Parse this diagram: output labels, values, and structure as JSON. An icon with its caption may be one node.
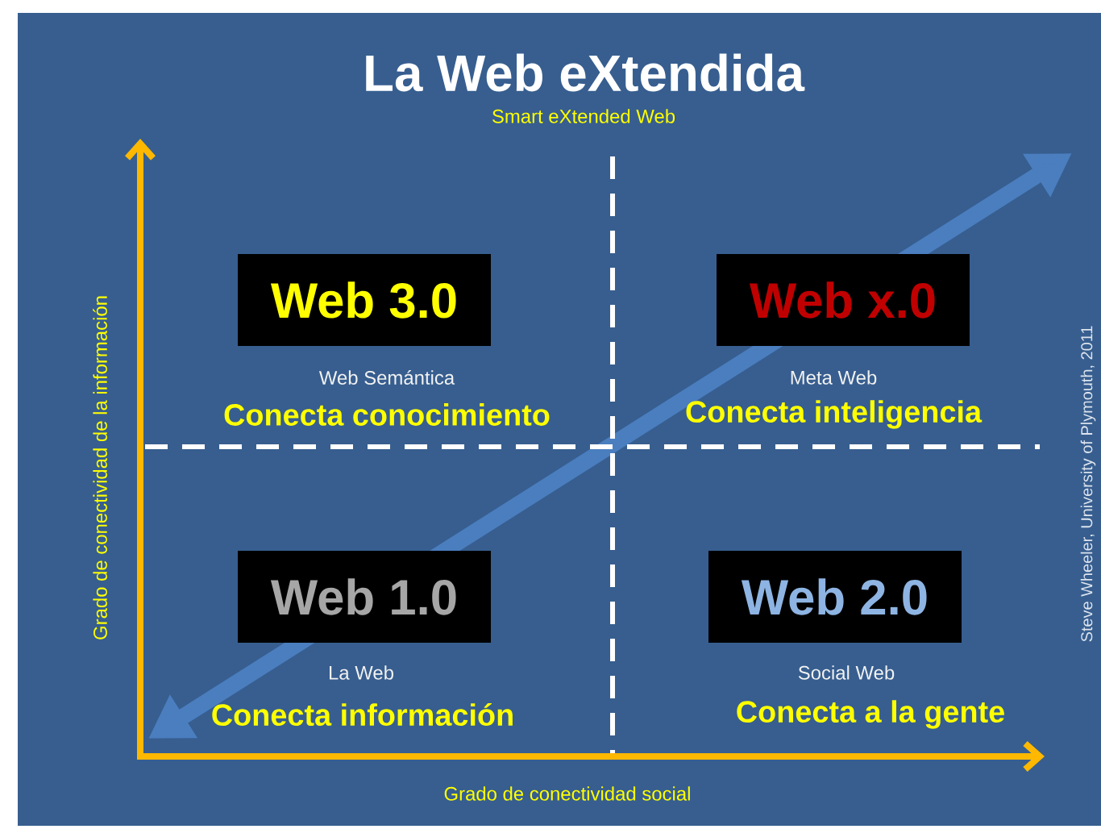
{
  "diagram": {
    "title": "La Web eXtendida",
    "nodes": [
      {
        "text": [
          "Web 3.0"
        ],
        "beside": [
          "Web Semántica",
          "Conecta conocimiento"
        ]
      },
      {
        "text": [
          "Web x.0"
        ],
        "beside": [
          "Meta Web",
          "Conecta inteligencia"
        ]
      },
      {
        "text": [
          "Web 1.0"
        ],
        "beside": [
          "La Web",
          "Conecta información"
        ]
      },
      {
        "text": [
          "Web 2.0"
        ],
        "beside": [
          "Social Web",
          "Conecta a la gente"
        ]
      }
    ],
    "labels": [
      "Smart eXtended Web",
      "Grado de conectividad de la información",
      "Grado de conectividad social",
      "Steve Wheeler, University of Plymouth, 2011"
    ]
  }
}
